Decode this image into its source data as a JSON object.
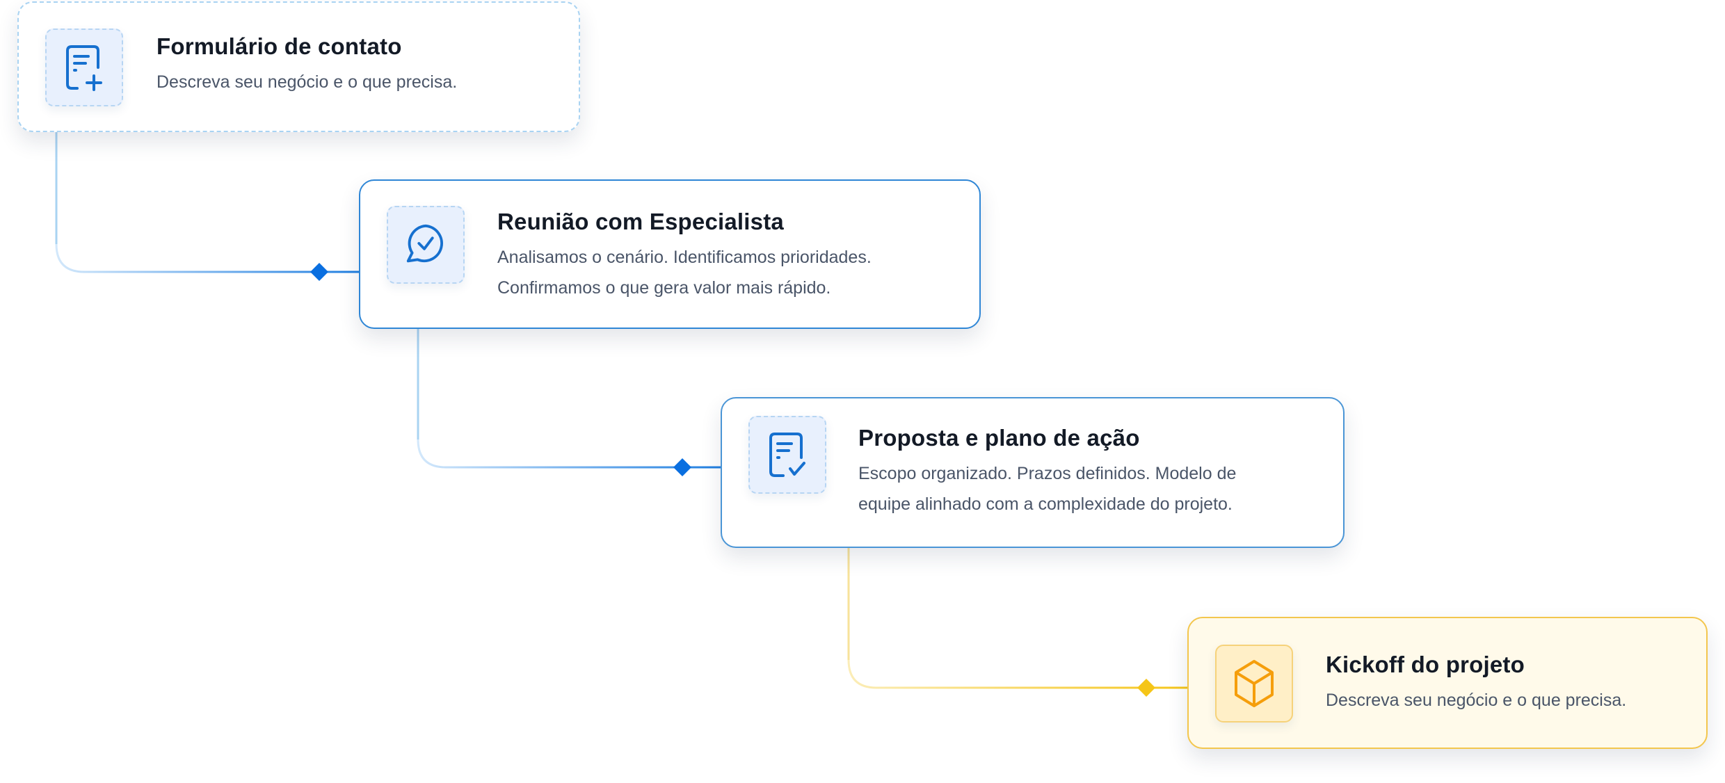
{
  "steps": [
    {
      "title": "Formulário de contato",
      "description": "Descreva seu negócio e o que precisa.",
      "icon": "document-plus-icon"
    },
    {
      "title": "Reunião com Especialista",
      "description_lines": [
        "Analisamos o cenário. Identificamos prioridades.",
        "Confirmamos o que gera valor mais rápido."
      ],
      "icon": "chat-check-icon"
    },
    {
      "title": "Proposta e plano de ação",
      "description_lines": [
        "Escopo organizado. Prazos definidos. Modelo de",
        "equipe alinhado com a complexidade do projeto."
      ],
      "icon": "document-check-icon"
    },
    {
      "title": "Kickoff do projeto",
      "description": "Descreva seu negócio e o que precisa.",
      "icon": "box-icon"
    }
  ],
  "colors": {
    "blue": "#0a6fe0",
    "light_blue": "#a9d3f2",
    "yellow": "#f5c518",
    "dark_text": "#131a26",
    "muted_text": "#4a5568"
  }
}
